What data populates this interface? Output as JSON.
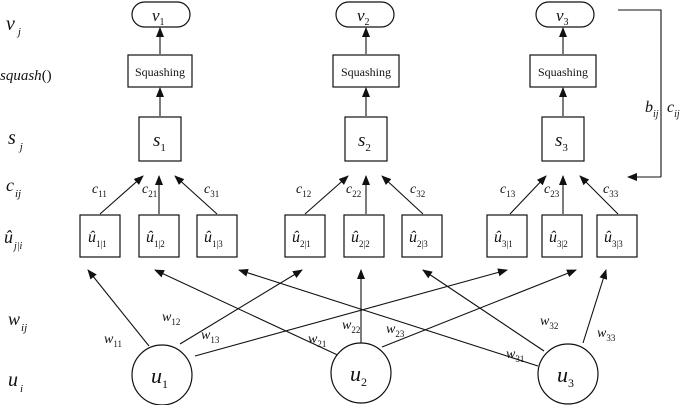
{
  "row_labels": {
    "v": {
      "base": "v",
      "sub": "j"
    },
    "squash": {
      "base": "squash",
      "suffix": "()"
    },
    "s": {
      "base": "s",
      "sub": "j"
    },
    "c": {
      "base": "c",
      "sub": "ij"
    },
    "uhat": {
      "base": "û",
      "sub": "j|i"
    },
    "w": {
      "base": "w",
      "sub": "ij"
    },
    "u": {
      "base": "u",
      "sub": "i"
    }
  },
  "outputs": [
    {
      "base": "v",
      "sub": "1"
    },
    {
      "base": "v",
      "sub": "2"
    },
    {
      "base": "v",
      "sub": "3"
    }
  ],
  "squashing_label": "Squashing",
  "sums": [
    {
      "base": "s",
      "sub": "1"
    },
    {
      "base": "s",
      "sub": "2"
    },
    {
      "base": "s",
      "sub": "3"
    }
  ],
  "coupling": [
    {
      "base": "c",
      "sub": "11"
    },
    {
      "base": "c",
      "sub": "21"
    },
    {
      "base": "c",
      "sub": "31"
    },
    {
      "base": "c",
      "sub": "12"
    },
    {
      "base": "c",
      "sub": "22"
    },
    {
      "base": "c",
      "sub": "32"
    },
    {
      "base": "c",
      "sub": "13"
    },
    {
      "base": "c",
      "sub": "23"
    },
    {
      "base": "c",
      "sub": "33"
    }
  ],
  "predictions": [
    {
      "base": "û",
      "sub": "1|1"
    },
    {
      "base": "û",
      "sub": "1|2"
    },
    {
      "base": "û",
      "sub": "1|3"
    },
    {
      "base": "û",
      "sub": "2|1"
    },
    {
      "base": "û",
      "sub": "2|2"
    },
    {
      "base": "û",
      "sub": "2|3"
    },
    {
      "base": "û",
      "sub": "3|1"
    },
    {
      "base": "û",
      "sub": "3|2"
    },
    {
      "base": "û",
      "sub": "3|3"
    }
  ],
  "weights": [
    {
      "base": "w",
      "sub": "11"
    },
    {
      "base": "w",
      "sub": "12"
    },
    {
      "base": "w",
      "sub": "13"
    },
    {
      "base": "w",
      "sub": "21"
    },
    {
      "base": "w",
      "sub": "22"
    },
    {
      "base": "w",
      "sub": "23"
    },
    {
      "base": "w",
      "sub": "31"
    },
    {
      "base": "w",
      "sub": "32"
    },
    {
      "base": "w",
      "sub": "33"
    }
  ],
  "inputs": [
    {
      "base": "u",
      "sub": "1"
    },
    {
      "base": "u",
      "sub": "2"
    },
    {
      "base": "u",
      "sub": "3"
    }
  ],
  "feedback": {
    "b": {
      "base": "b",
      "sub": "ij"
    },
    "c": {
      "base": "c",
      "sub": "ij"
    }
  }
}
